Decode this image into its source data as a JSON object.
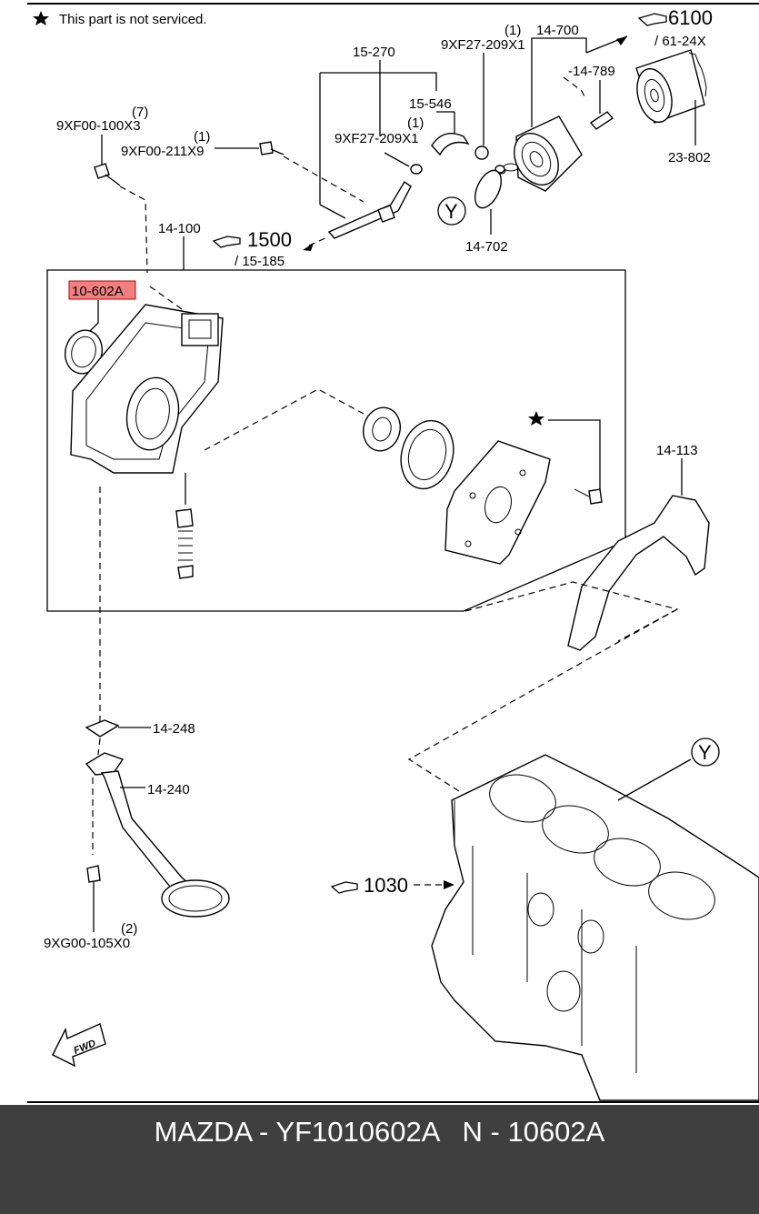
{
  "legend": {
    "note": "This part is not serviced."
  },
  "labels": {
    "p6100": "6100",
    "p6124": "/ 61-24X",
    "p14700": "14-700",
    "p9xf27a_qty": "(1)",
    "p9xf27a": "9XF27-209X1",
    "p15270": "15-270",
    "p14789": "-14-789",
    "p15546": "15-546",
    "p9xf27b_qty": "(1)",
    "p9xf27b": "9XF27-209X1",
    "p9xf00a_qty": "(7)",
    "p9xf00a": "9XF00-100X3",
    "p9xf00b_qty": "(1)",
    "p9xf00b": "9XF00-211X9",
    "p23802": "23-802",
    "p14702": "14-702",
    "p14100": "14-100",
    "p1500": "1500",
    "p15185": "/ 15-185",
    "p10602a": "10-602A",
    "p14113": "14-113",
    "p14248": "14-248",
    "p14240": "14-240",
    "p1030": "1030",
    "p9xg00_qty": "(2)",
    "p9xg00": "9XG00-105X0",
    "y1": "Y",
    "y2": "Y",
    "fwd": "FWD"
  },
  "footer": {
    "text": "MAZDA - YF1010602A   N - 10602A"
  },
  "colors": {
    "highlight": "#f08080",
    "footer_bg": "#3f3f3f"
  }
}
